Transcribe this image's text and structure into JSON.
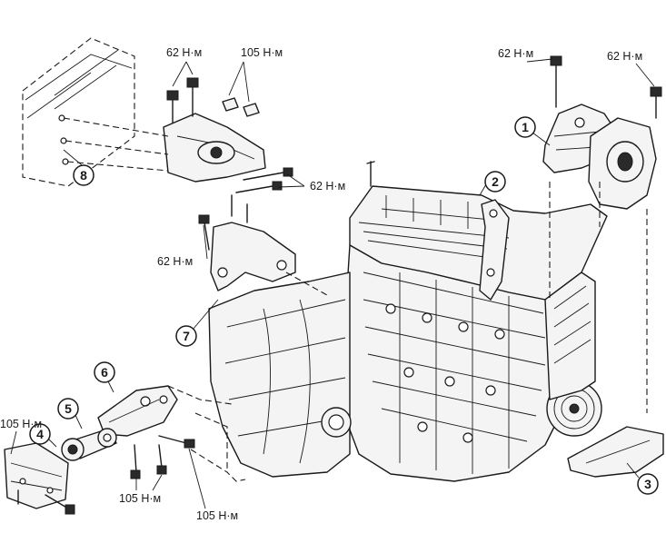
{
  "callouts": [
    "1",
    "2",
    "3",
    "4",
    "5",
    "6",
    "7",
    "8"
  ],
  "torque_labels": [
    "62 Н·м",
    "105 Н·м",
    "62 Н·м",
    "62 Н·м",
    "62 Н·м",
    "62 Н·м",
    "105 Н·м",
    "105 Н·м",
    "105 Н·м"
  ]
}
